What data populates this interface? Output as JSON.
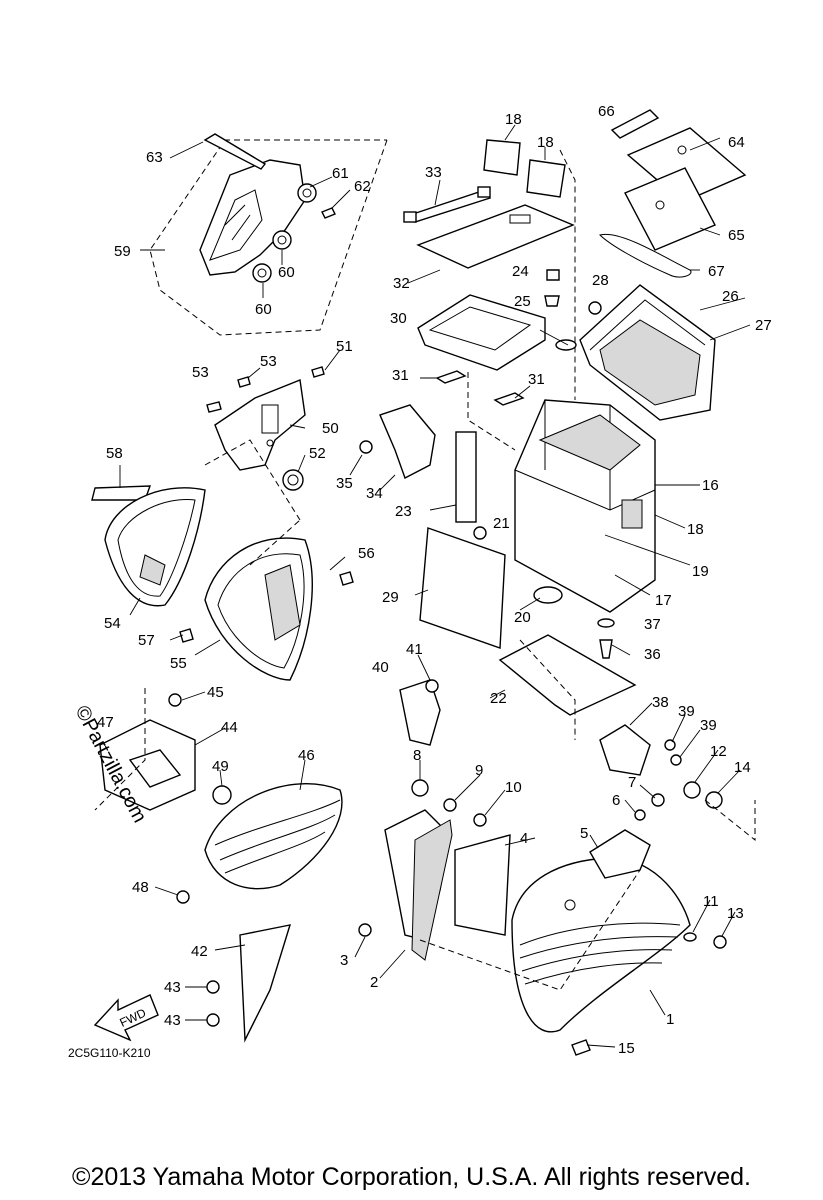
{
  "diagram": {
    "code": "2C5G110-K210",
    "fwd_label": "FWD",
    "copyright": "©2013 Yamaha Motor Corporation, U.S.A. All rights reserved.",
    "watermark": "©Partzilla.com",
    "callouts": [
      "1",
      "2",
      "3",
      "4",
      "5",
      "6",
      "7",
      "8",
      "9",
      "10",
      "11",
      "12",
      "13",
      "14",
      "15",
      "16",
      "17",
      "18",
      "18",
      "18",
      "19",
      "20",
      "21",
      "22",
      "23",
      "24",
      "25",
      "26",
      "27",
      "28",
      "29",
      "30",
      "31",
      "31",
      "32",
      "33",
      "34",
      "35",
      "36",
      "37",
      "38",
      "39",
      "39",
      "40",
      "41",
      "42",
      "43",
      "43",
      "44",
      "45",
      "46",
      "47",
      "48",
      "49",
      "50",
      "51",
      "52",
      "53",
      "53",
      "54",
      "55",
      "56",
      "57",
      "58",
      "59",
      "60",
      "60",
      "61",
      "62",
      "63",
      "64",
      "65",
      "66",
      "67"
    ]
  }
}
